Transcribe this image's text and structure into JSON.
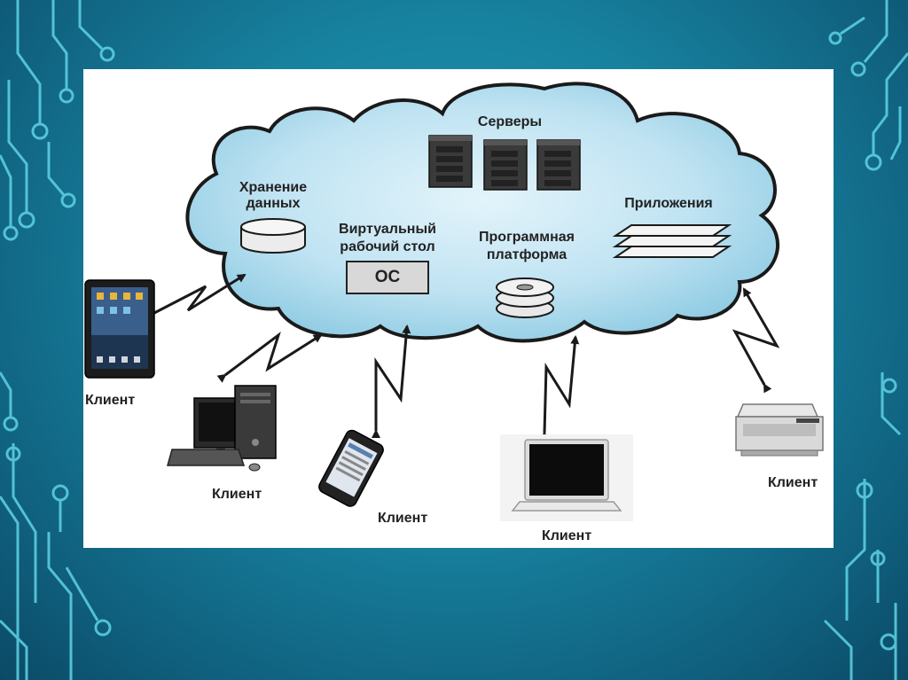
{
  "diagram": {
    "servers_label": "Серверы",
    "storage_label": "Хранение данных",
    "desktop_label": "Виртуальный рабочий стол",
    "os_label": "ОС",
    "platform_label": "Программная платформа",
    "apps_label": "Приложения",
    "clients": [
      {
        "label": "Клиент",
        "device": "tablet"
      },
      {
        "label": "Клиент",
        "device": "desktop-computer"
      },
      {
        "label": "Клиент",
        "device": "smartphone"
      },
      {
        "label": "Клиент",
        "device": "laptop"
      },
      {
        "label": "Клиент",
        "device": "printer"
      }
    ]
  },
  "colors": {
    "cloud_fill": "#bfe3f2",
    "cloud_outline": "#1a1a1a",
    "slide_background": "#17819e",
    "circuit_lines": "#5fd3e6"
  }
}
